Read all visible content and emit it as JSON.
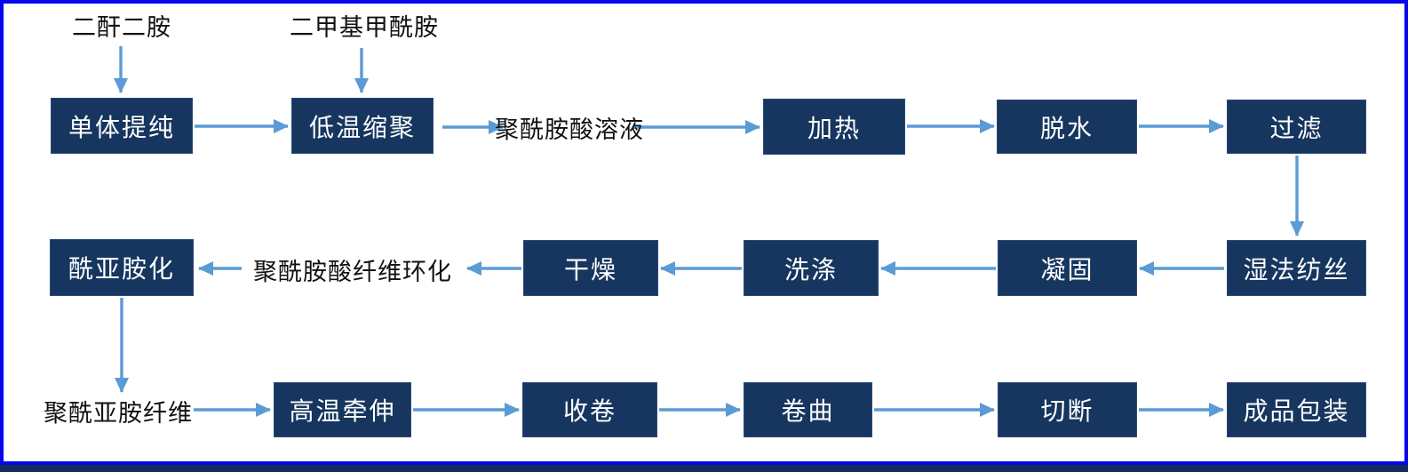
{
  "palette": {
    "box_fill": "#16365f",
    "box_text": "#ffffff",
    "arrow_blue": "#5b9bd5",
    "frame_border": "#0505ee",
    "bottom_bar": "#122b55",
    "label_text": "#111111"
  },
  "inputs": {
    "monomer": "二酐二胺",
    "solvent": "二甲基甲酰胺"
  },
  "stages": {
    "row1": [
      "单体提纯",
      "低温缩聚",
      "加热",
      "脱水",
      "过滤"
    ],
    "row1_intermediate": "聚酰胺酸溶液",
    "row2": [
      "湿法纺丝",
      "凝固",
      "洗涤",
      "干燥",
      "酰亚胺化"
    ],
    "row2_intermediate": "聚酰胺酸纤维环化",
    "row3_input": "聚酰亚胺纤维",
    "row3": [
      "高温牵伸",
      "收卷",
      "卷曲",
      "切断",
      "成品包装"
    ]
  },
  "process_sequence": [
    "单体提纯",
    "低温缩聚",
    "聚酰胺酸溶液",
    "加热",
    "脱水",
    "过滤",
    "湿法纺丝",
    "凝固",
    "洗涤",
    "干燥",
    "聚酰胺酸纤维环化",
    "酰亚胺化",
    "聚酰亚胺纤维",
    "高温牵伸",
    "收卷",
    "卷曲",
    "切断",
    "成品包装"
  ]
}
